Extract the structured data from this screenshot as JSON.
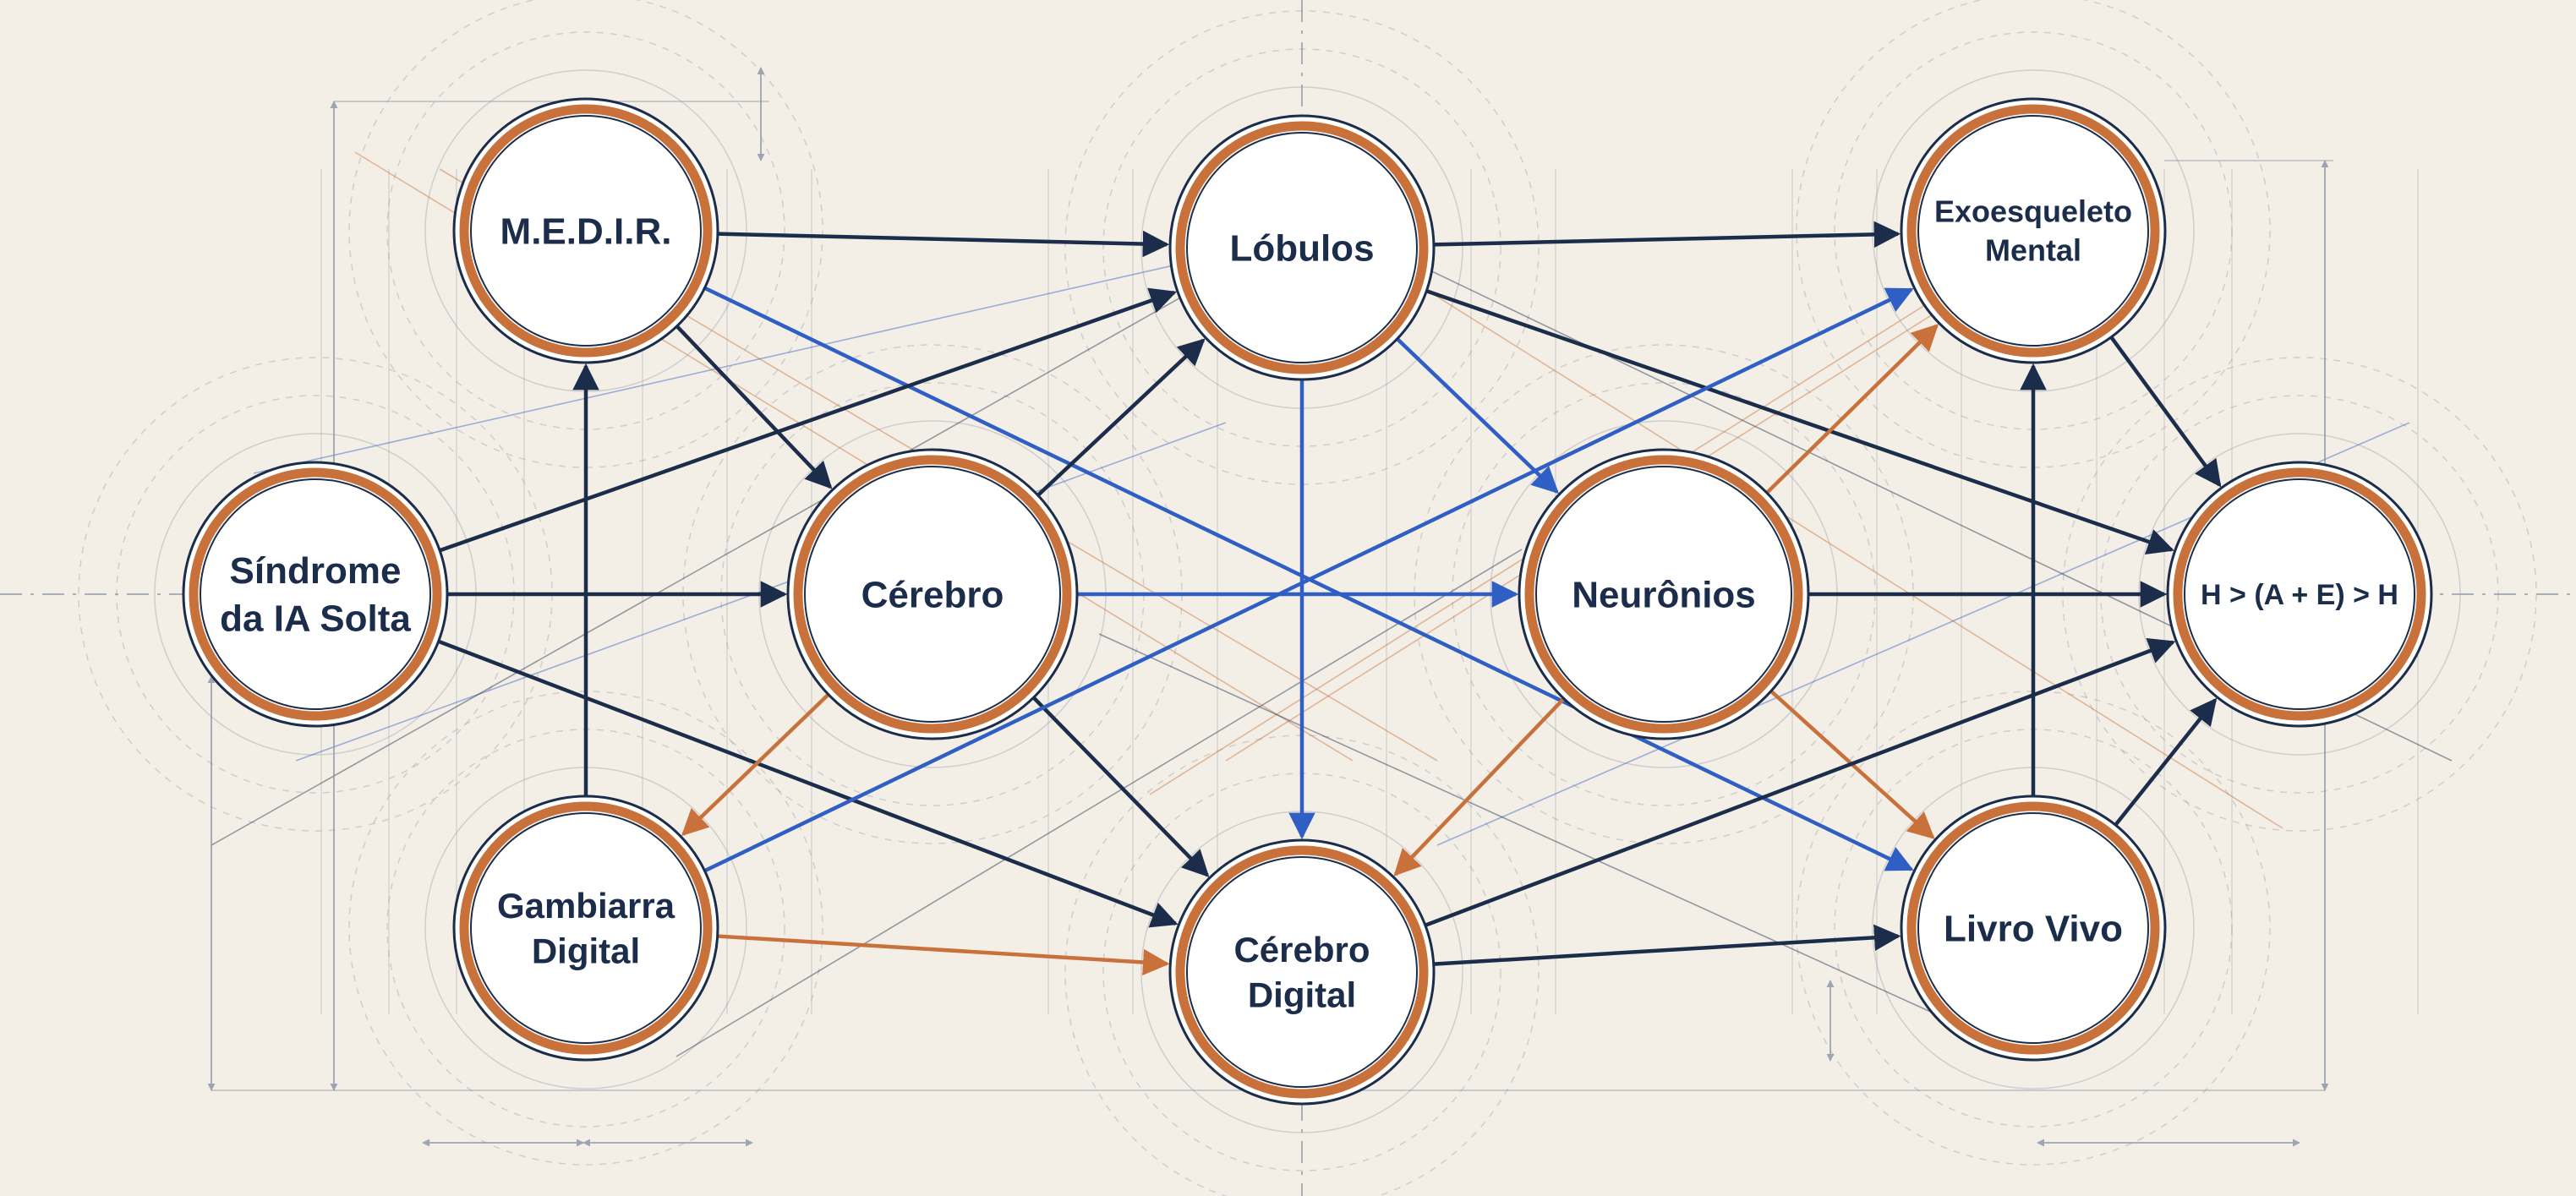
{
  "colors": {
    "background": "#f3efe6",
    "navy": "#1b2d4a",
    "blue": "#2f5fc4",
    "orange": "#c9713a",
    "node_fill": "#ffffff",
    "node_ring": "#c9713a",
    "guide": "#8a93a6"
  },
  "nodes": [
    {
      "id": "medir",
      "lines": [
        "M.E.D.I.R."
      ]
    },
    {
      "id": "lobulos",
      "lines": [
        "Lóbulos"
      ]
    },
    {
      "id": "exoesqueleto",
      "lines": [
        "Exoesqueleto",
        "Mental"
      ]
    },
    {
      "id": "sindrome",
      "lines": [
        "Síndrome",
        "da IA Solta"
      ]
    },
    {
      "id": "cerebro",
      "lines": [
        "Cérebro"
      ]
    },
    {
      "id": "neuronios",
      "lines": [
        "Neurônios"
      ]
    },
    {
      "id": "formula",
      "lines": [
        "H > (A + E) > H"
      ]
    },
    {
      "id": "gambiarra",
      "lines": [
        "Gambiarra",
        "Digital"
      ]
    },
    {
      "id": "cerebro_digital",
      "lines": [
        "Cérebro",
        "Digital"
      ]
    },
    {
      "id": "livro_vivo",
      "lines": [
        "Livro Vivo"
      ]
    }
  ],
  "edges": [
    {
      "from": "medir",
      "to": "lobulos",
      "color": "navy"
    },
    {
      "from": "medir",
      "to": "cerebro",
      "color": "navy"
    },
    {
      "from": "medir",
      "to": "livro_vivo",
      "color": "blue"
    },
    {
      "from": "lobulos",
      "to": "exoesqueleto",
      "color": "navy"
    },
    {
      "from": "lobulos",
      "to": "neuronios",
      "color": "blue"
    },
    {
      "from": "lobulos",
      "to": "cerebro_digital",
      "color": "blue"
    },
    {
      "from": "lobulos",
      "to": "formula",
      "color": "navy"
    },
    {
      "from": "exoesqueleto",
      "to": "formula",
      "color": "navy"
    },
    {
      "from": "sindrome",
      "to": "cerebro",
      "color": "navy"
    },
    {
      "from": "sindrome",
      "to": "lobulos",
      "color": "navy"
    },
    {
      "from": "sindrome",
      "to": "cerebro_digital",
      "color": "navy"
    },
    {
      "from": "cerebro",
      "to": "neuronios",
      "color": "blue"
    },
    {
      "from": "cerebro",
      "to": "lobulos",
      "color": "navy"
    },
    {
      "from": "cerebro",
      "to": "gambiarra",
      "color": "orange"
    },
    {
      "from": "cerebro",
      "to": "cerebro_digital",
      "color": "navy"
    },
    {
      "from": "neuronios",
      "to": "formula",
      "color": "navy"
    },
    {
      "from": "neuronios",
      "to": "exoesqueleto",
      "color": "orange"
    },
    {
      "from": "neuronios",
      "to": "cerebro_digital",
      "color": "orange"
    },
    {
      "from": "neuronios",
      "to": "livro_vivo",
      "color": "orange"
    },
    {
      "from": "gambiarra",
      "to": "medir",
      "color": "navy"
    },
    {
      "from": "gambiarra",
      "to": "cerebro_digital",
      "color": "orange"
    },
    {
      "from": "gambiarra",
      "to": "exoesqueleto",
      "color": "blue"
    },
    {
      "from": "cerebro_digital",
      "to": "livro_vivo",
      "color": "navy"
    },
    {
      "from": "cerebro_digital",
      "to": "formula",
      "color": "navy"
    },
    {
      "from": "livro_vivo",
      "to": "exoesqueleto",
      "color": "navy"
    },
    {
      "from": "livro_vivo",
      "to": "formula",
      "color": "navy"
    }
  ]
}
